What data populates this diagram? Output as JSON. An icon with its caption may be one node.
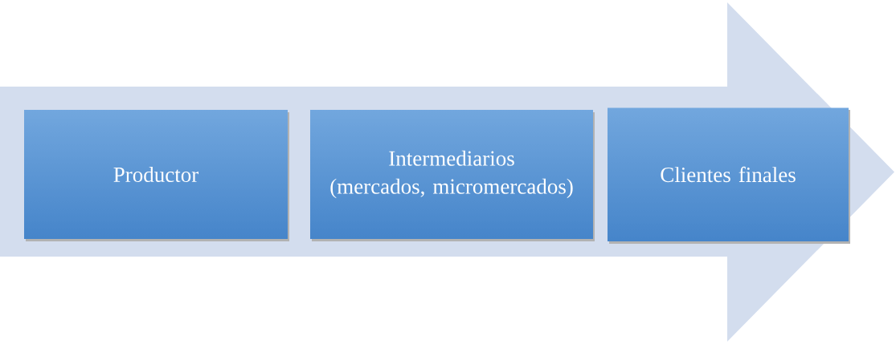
{
  "diagram": {
    "nodes": [
      {
        "text": [],
        "shape": "arrow"
      },
      {
        "text": [
          "Productor"
        ],
        "in": 0
      },
      {
        "text": [
          "Intermediarios",
          "(mercados, micromercados)"
        ],
        "in": 0
      },
      {
        "text": [
          "Clientes finales"
        ],
        "in": 0
      }
    ]
  }
}
